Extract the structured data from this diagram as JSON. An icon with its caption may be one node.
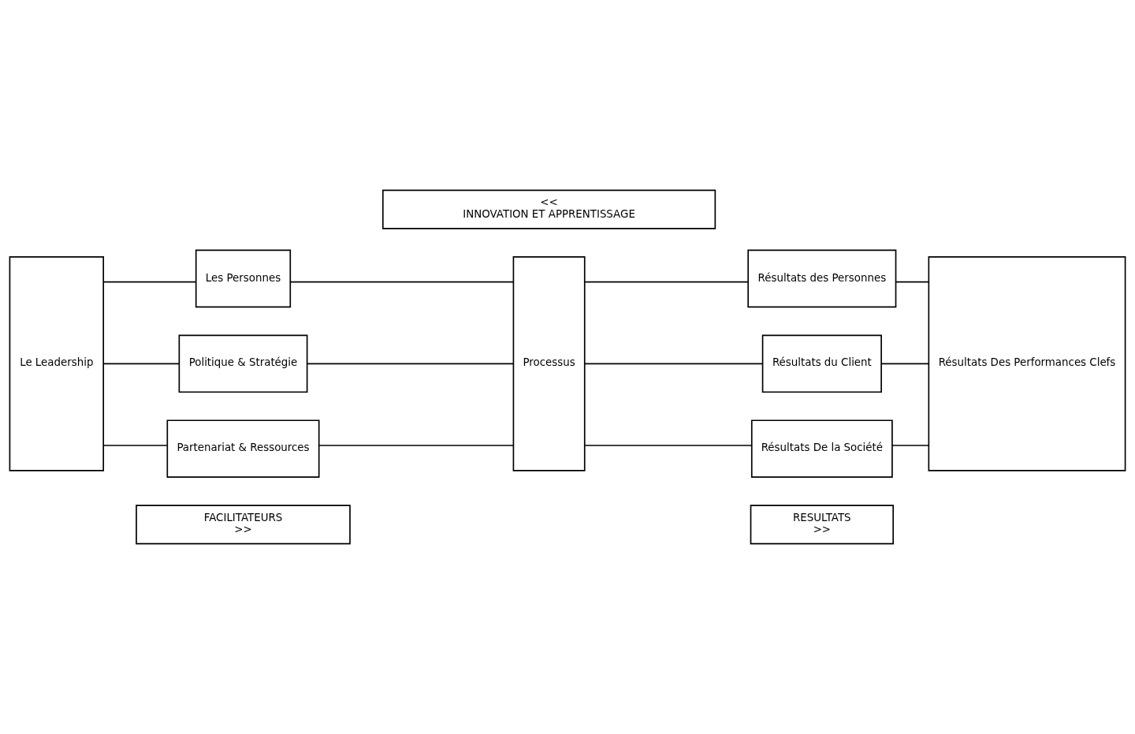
{
  "diagram": {
    "nodes": [
      {
        "text": [
          "FACILITATEURS",
          ">>"
        ]
      },
      {
        "text": [
          "RESULTATS",
          ">>"
        ]
      },
      {
        "text": [
          "Le Leadership"
        ]
      },
      {
        "text": [
          "Les Personnes"
        ]
      },
      {
        "text": [
          "Politique & Stratégie"
        ]
      },
      {
        "text": [
          "Partenariat & Ressources"
        ]
      },
      {
        "text": [
          "Processus"
        ]
      },
      {
        "text": [
          "Résultats des Personnes"
        ]
      },
      {
        "text": [
          "Résultats du Client"
        ]
      },
      {
        "text": [
          "Résultats De la Société"
        ]
      },
      {
        "text": [
          "Résultats Des Performances Clefs"
        ]
      },
      {
        "text": [
          "<<",
          "INNOVATION ET APPRENTISSAGE"
        ]
      }
    ],
    "edges": [
      {
        "from": 2,
        "to": 3,
        "arrow": "none"
      },
      {
        "from": 2,
        "to": 4,
        "arrow": "none"
      },
      {
        "from": 2,
        "to": 5,
        "arrow": "none"
      },
      {
        "from": 3,
        "to": 6,
        "arrow": "none"
      },
      {
        "from": 4,
        "to": 6,
        "arrow": "none"
      },
      {
        "from": 5,
        "to": 6,
        "arrow": "none"
      },
      {
        "from": 6,
        "to": 7,
        "arrow": "none"
      },
      {
        "from": 6,
        "to": 8,
        "arrow": "none"
      },
      {
        "from": 6,
        "to": 9,
        "arrow": "none"
      },
      {
        "from": 7,
        "to": 10,
        "arrow": "none"
      },
      {
        "from": 8,
        "to": 10,
        "arrow": "none"
      },
      {
        "from": 9,
        "to": 10,
        "arrow": "none"
      }
    ]
  }
}
